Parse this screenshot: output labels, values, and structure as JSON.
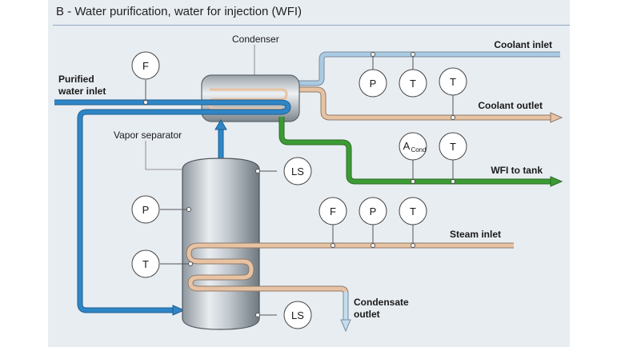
{
  "title": "B - Water purification, water for injection (WFI)",
  "labels": {
    "condenser": "Condenser",
    "coolant_inlet": "Coolant inlet",
    "coolant_outlet": "Coolant outlet",
    "purified_water_inlet_line1": "Purified",
    "purified_water_inlet_line2": "water inlet",
    "vapor_separator": "Vapor separator",
    "wfi_to_tank": "WFI to tank",
    "steam_inlet": "Steam inlet",
    "condensate_outlet_line1": "Condensate",
    "condensate_outlet_line2": "outlet"
  },
  "instruments": {
    "flow_purified": "F",
    "pressure_coolant": "P",
    "temp_coolant_in": "T",
    "temp_coolant_out": "T",
    "conductivity_main": "A",
    "conductivity_sub": "Cond",
    "temp_wfi": "T",
    "level_top": "LS",
    "pressure_separator": "P",
    "flow_steam": "F",
    "pressure_steam": "P",
    "temp_steam": "T",
    "temp_separator": "T",
    "level_bottom": "LS"
  },
  "colors": {
    "coolant": "#a9cbe3",
    "purified_water": "#2f86c6",
    "wfi": "#3d9b35",
    "steam": "#e8c3a3",
    "instrument_fill": "#ffffff"
  }
}
